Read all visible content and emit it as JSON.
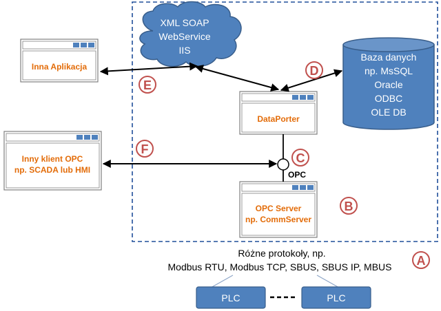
{
  "colors": {
    "border_dashed": "#1f4e9a",
    "blue_fill": "#4f81bd",
    "blue_stroke": "#385d8a",
    "orange_text": "#e36c09",
    "badge_red": "#c0504d"
  },
  "cloud": {
    "line1": "XML SOAP",
    "line2": "WebService",
    "line3": "IIS"
  },
  "database": {
    "line1": "Baza danych",
    "line2": "np. MsSQL",
    "line3": "Oracle",
    "line4": "ODBC",
    "line5": "OLE DB"
  },
  "windows": {
    "inna": {
      "title": "Inna Aplikacja"
    },
    "dataporter": {
      "title": "DataPorter"
    },
    "klient": {
      "line1": "Inny klient OPC",
      "line2": "np. SCADA lub HMI"
    },
    "opc_server": {
      "line1": "OPC Server",
      "line2": "np. CommServer"
    }
  },
  "opc_label": "OPC",
  "protocols": {
    "line1": "Różne protokoły, np.",
    "line2": "Modbus RTU, Modbus TCP, SBUS, SBUS IP, MBUS"
  },
  "plc": {
    "left": "PLC",
    "right": "PLC"
  },
  "badges": {
    "a": "A",
    "b": "B",
    "c": "C",
    "d": "D",
    "e": "E",
    "f": "F"
  }
}
